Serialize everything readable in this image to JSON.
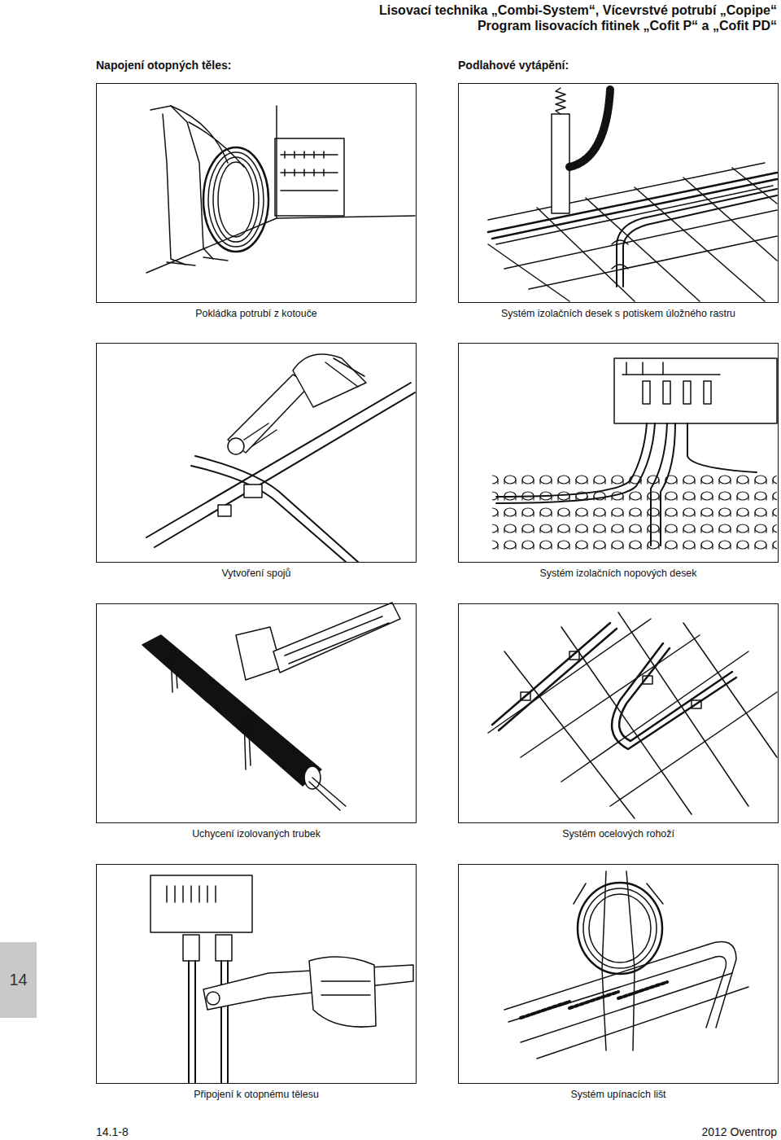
{
  "diagram": {
    "nodes": [
      {
        "text": [
          "Pokládka potrubí z kotouče"
        ]
      },
      {
        "text": [
          "Systém izolačních desek s potiskem úložného rastru"
        ]
      },
      {
        "text": [
          "Vytvoření spojů"
        ]
      },
      {
        "text": [
          "Systém izolačních nopových desek"
        ]
      },
      {
        "text": [
          "Uchycení izolovaných trubek"
        ]
      },
      {
        "text": [
          "Systém ocelových rohoží"
        ]
      },
      {
        "text": [
          "Připojení k otopnému tělesu"
        ]
      },
      {
        "text": [
          "Systém upínacích lišt"
        ]
      }
    ],
    "labels": [
      "Lisovací technika „Combi-System“, Vícevrstvé potrubí „Copipe“",
      "Program lisovacích fitinek „Cofit P“ a „Cofit PD“",
      "Napojení otopných těles:",
      "Podlahové vytápění:",
      "14",
      "14.1-8",
      "2012 Oventrop"
    ]
  }
}
